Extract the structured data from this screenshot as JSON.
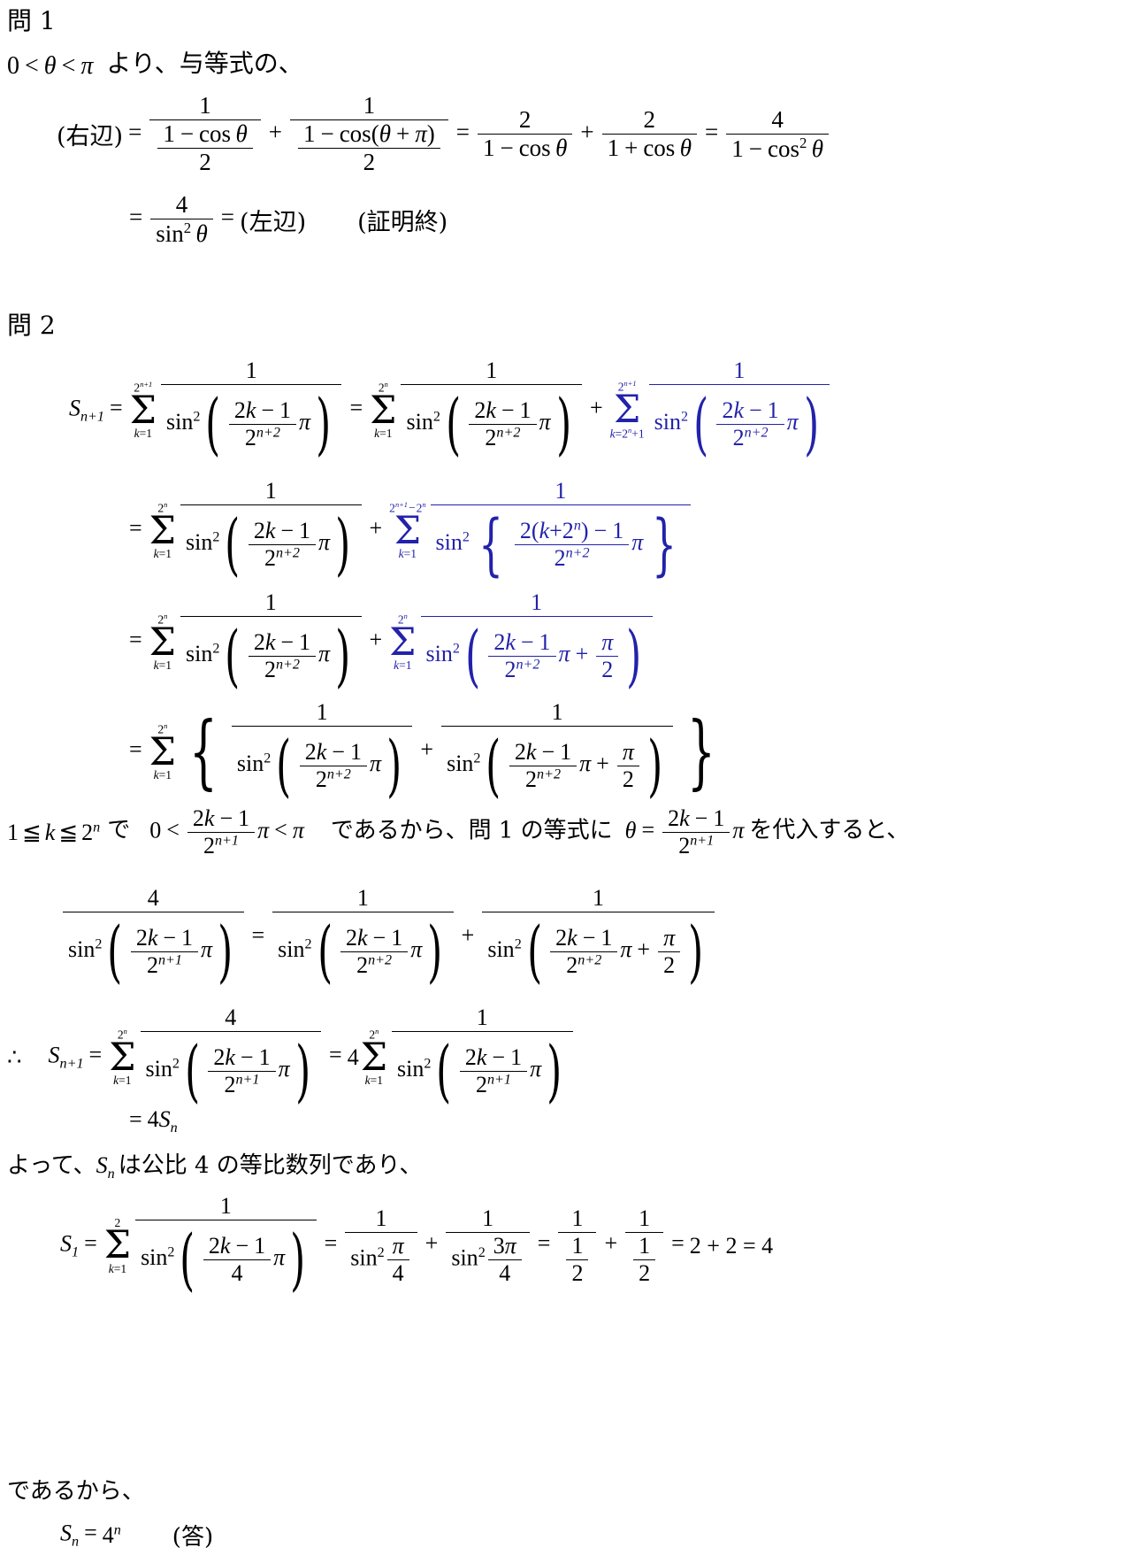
{
  "document": {
    "language": "ja",
    "accent_color": "#2222aa",
    "text_color": "#000000",
    "background_color": "#ffffff"
  },
  "problem1": {
    "heading": "問 1",
    "intro": {
      "condition": "0 < θ < π",
      "text": "より、与等式の、"
    },
    "line1": {
      "lhs_label": "(右辺)",
      "eq": "=",
      "term1": {
        "numerator": "1",
        "denominator_num": "1 − cos θ",
        "denominator_den": "2"
      },
      "plus": "+",
      "term2": {
        "numerator": "1",
        "denominator_num": "1 − cos(θ + π)",
        "denominator_den": "2"
      },
      "eq2": "=",
      "term3": {
        "numerator": "2",
        "denominator": "1 − cos θ"
      },
      "plus2": "+",
      "term4": {
        "numerator": "2",
        "denominator": "1 + cos θ"
      },
      "eq3": "=",
      "term5": {
        "numerator": "4",
        "denominator": "1 − cos² θ"
      }
    },
    "line2": {
      "eq": "=",
      "term": {
        "numerator": "4",
        "denominator": "sin² θ"
      },
      "eq2": "=",
      "rhs_label": "(左辺)",
      "qed": "(証明終)"
    }
  },
  "problem2": {
    "heading": "問 2",
    "line1": {
      "lhs": "S",
      "lhs_sub": "n+1",
      "eq": "=",
      "sum1": {
        "upper": "2ⁿ⁺¹",
        "lower": "k=1",
        "numerator": "1",
        "denominator": "sin²( (2k−1)/2ⁿ⁺² π )"
      },
      "eq2": "=",
      "sum2": {
        "upper": "2ⁿ",
        "lower": "k=1",
        "numerator": "1",
        "denominator": "sin²( (2k−1)/2ⁿ⁺² π )"
      },
      "plus": "+",
      "sum3_blue": {
        "upper": "2ⁿ⁺¹",
        "lower": "k=2ⁿ+1",
        "numerator": "1",
        "denominator": "sin²( (2k−1)/2ⁿ⁺² π )"
      }
    },
    "line2": {
      "eq": "=",
      "sum1": {
        "upper": "2ⁿ",
        "lower": "k=1",
        "numerator": "1",
        "denominator": "sin²( (2k−1)/2ⁿ⁺² π )"
      },
      "plus": "+",
      "sum2_blue": {
        "upper": "2ⁿ⁺¹−2ⁿ",
        "lower": "k=1",
        "numerator": "1",
        "denominator": "sin²{ (2(k+2ⁿ)−1)/2ⁿ⁺² π }"
      }
    },
    "line3": {
      "eq": "=",
      "sum1": {
        "upper": "2ⁿ",
        "lower": "k=1",
        "numerator": "1",
        "denominator": "sin²( (2k−1)/2ⁿ⁺² π )"
      },
      "plus": "+",
      "sum2_blue": {
        "upper": "2ⁿ",
        "lower": "k=1",
        "numerator": "1",
        "denominator": "sin²( (2k−1)/2ⁿ⁺² π + π/2 )"
      }
    },
    "line4": {
      "eq": "=",
      "sum": {
        "upper": "2ⁿ",
        "lower": "k=1"
      },
      "brace_open": "{",
      "term1": {
        "numerator": "1",
        "denominator": "sin²( (2k−1)/2ⁿ⁺² π )"
      },
      "plus": "+",
      "term2": {
        "numerator": "1",
        "denominator": "sin²( (2k−1)/2ⁿ⁺² π + π/2 )"
      },
      "brace_close": "}"
    },
    "text1": {
      "part_a": "1≦k≦2",
      "part_a_sup": "n",
      "part_b": "で",
      "ineq": "0 <  (2k−1)/2ⁿ⁺¹ π < π",
      "part_c": "であるから、問 1 の等式に",
      "subst": "θ = (2k−1)/2ⁿ⁺¹ π",
      "part_d": "を代入すると、"
    },
    "line5": {
      "lhs": {
        "numerator": "4",
        "denominator": "sin²( (2k−1)/2ⁿ⁺¹ π )"
      },
      "eq": "=",
      "term1": {
        "numerator": "1",
        "denominator": "sin²( (2k−1)/2ⁿ⁺² π )"
      },
      "plus": "+",
      "term2": {
        "numerator": "1",
        "denominator": "sin²( (2k−1)/2ⁿ⁺² π + π/2 )"
      }
    },
    "line6": {
      "therefore": "∴",
      "lhs": "S",
      "lhs_sub": "n+1",
      "eq": "=",
      "sum1": {
        "upper": "2ⁿ",
        "lower": "k=1",
        "numerator": "4",
        "denominator": "sin²( (2k−1)/2ⁿ⁺¹ π )"
      },
      "eq2": "=",
      "coef": "4",
      "sum2": {
        "upper": "2ⁿ",
        "lower": "k=1",
        "numerator": "1",
        "denominator": "sin²( (2k−1)/2ⁿ⁺¹ π )"
      }
    },
    "line7": {
      "eq": "=",
      "value": "4S",
      "value_sub": "n"
    },
    "text2": {
      "part_a": "よって、",
      "sym": "S",
      "sym_sub": "n",
      "part_b": "は公比 4 の等比数列であり、"
    },
    "line8": {
      "lhs": "S",
      "lhs_sub": "1",
      "eq": "=",
      "sum": {
        "upper": "2",
        "lower": "k=1",
        "numerator": "1",
        "denominator": "sin²( (2k−1)/4 π )"
      },
      "eq2": "=",
      "t1": {
        "numerator": "1",
        "denominator": "sin² π/4"
      },
      "plus": "+",
      "t2": {
        "numerator": "1",
        "denominator": "sin² 3π/4"
      },
      "eq3": "=",
      "t3": {
        "numerator": "1",
        "denominator": "1/2"
      },
      "plus2": "+",
      "t4": {
        "numerator": "1",
        "denominator": "1/2"
      },
      "eq4": "=",
      "result": "2 + 2 = 4"
    },
    "text3": "であるから、",
    "line9": {
      "lhs": "S",
      "lhs_sub": "n",
      "eq": "=",
      "rhs": "4",
      "rhs_sup": "n",
      "answer_label": "(答)"
    }
  },
  "symbols": {
    "sigma": "Σ",
    "theta": "θ",
    "pi": "π",
    "less_than": "<",
    "leq": "≦",
    "therefore": "∴",
    "minus": "−",
    "plus": "+",
    "equals": "=",
    "brace_open": "{",
    "brace_close": "}",
    "paren_open": "(",
    "paren_close": ")",
    "cos": "cos",
    "sin": "sin"
  }
}
